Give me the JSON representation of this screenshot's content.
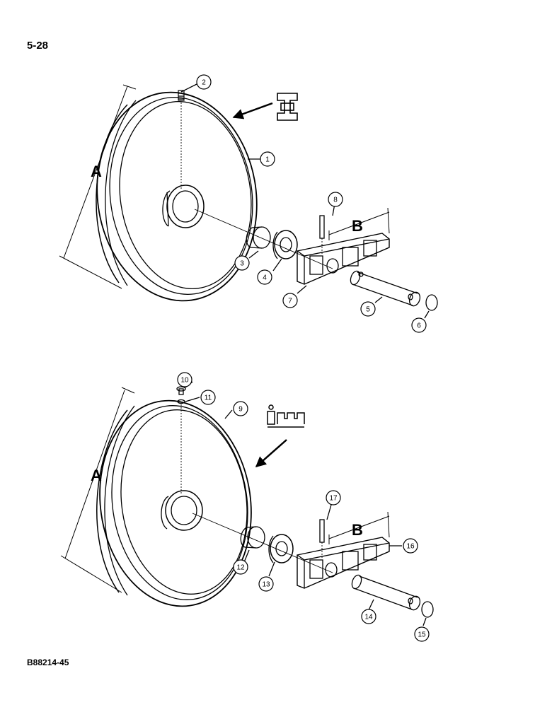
{
  "page": {
    "page_number": "5-28",
    "figure_code": "B88214-45"
  },
  "dimensions": {
    "a_label": "A",
    "b_label": "B"
  },
  "upper_assembly": {
    "callouts": [
      "1",
      "2",
      "3",
      "4",
      "5",
      "6",
      "7",
      "8"
    ]
  },
  "lower_assembly": {
    "callouts": [
      "9",
      "10",
      "11",
      "12",
      "13",
      "14",
      "15",
      "16",
      "17"
    ]
  },
  "symbols": {
    "upper_symbol": "track-link-section-symbol",
    "lower_symbol": "track-shoe-profile-symbol"
  },
  "colors": {
    "ink": "#000000",
    "paper": "#ffffff"
  }
}
